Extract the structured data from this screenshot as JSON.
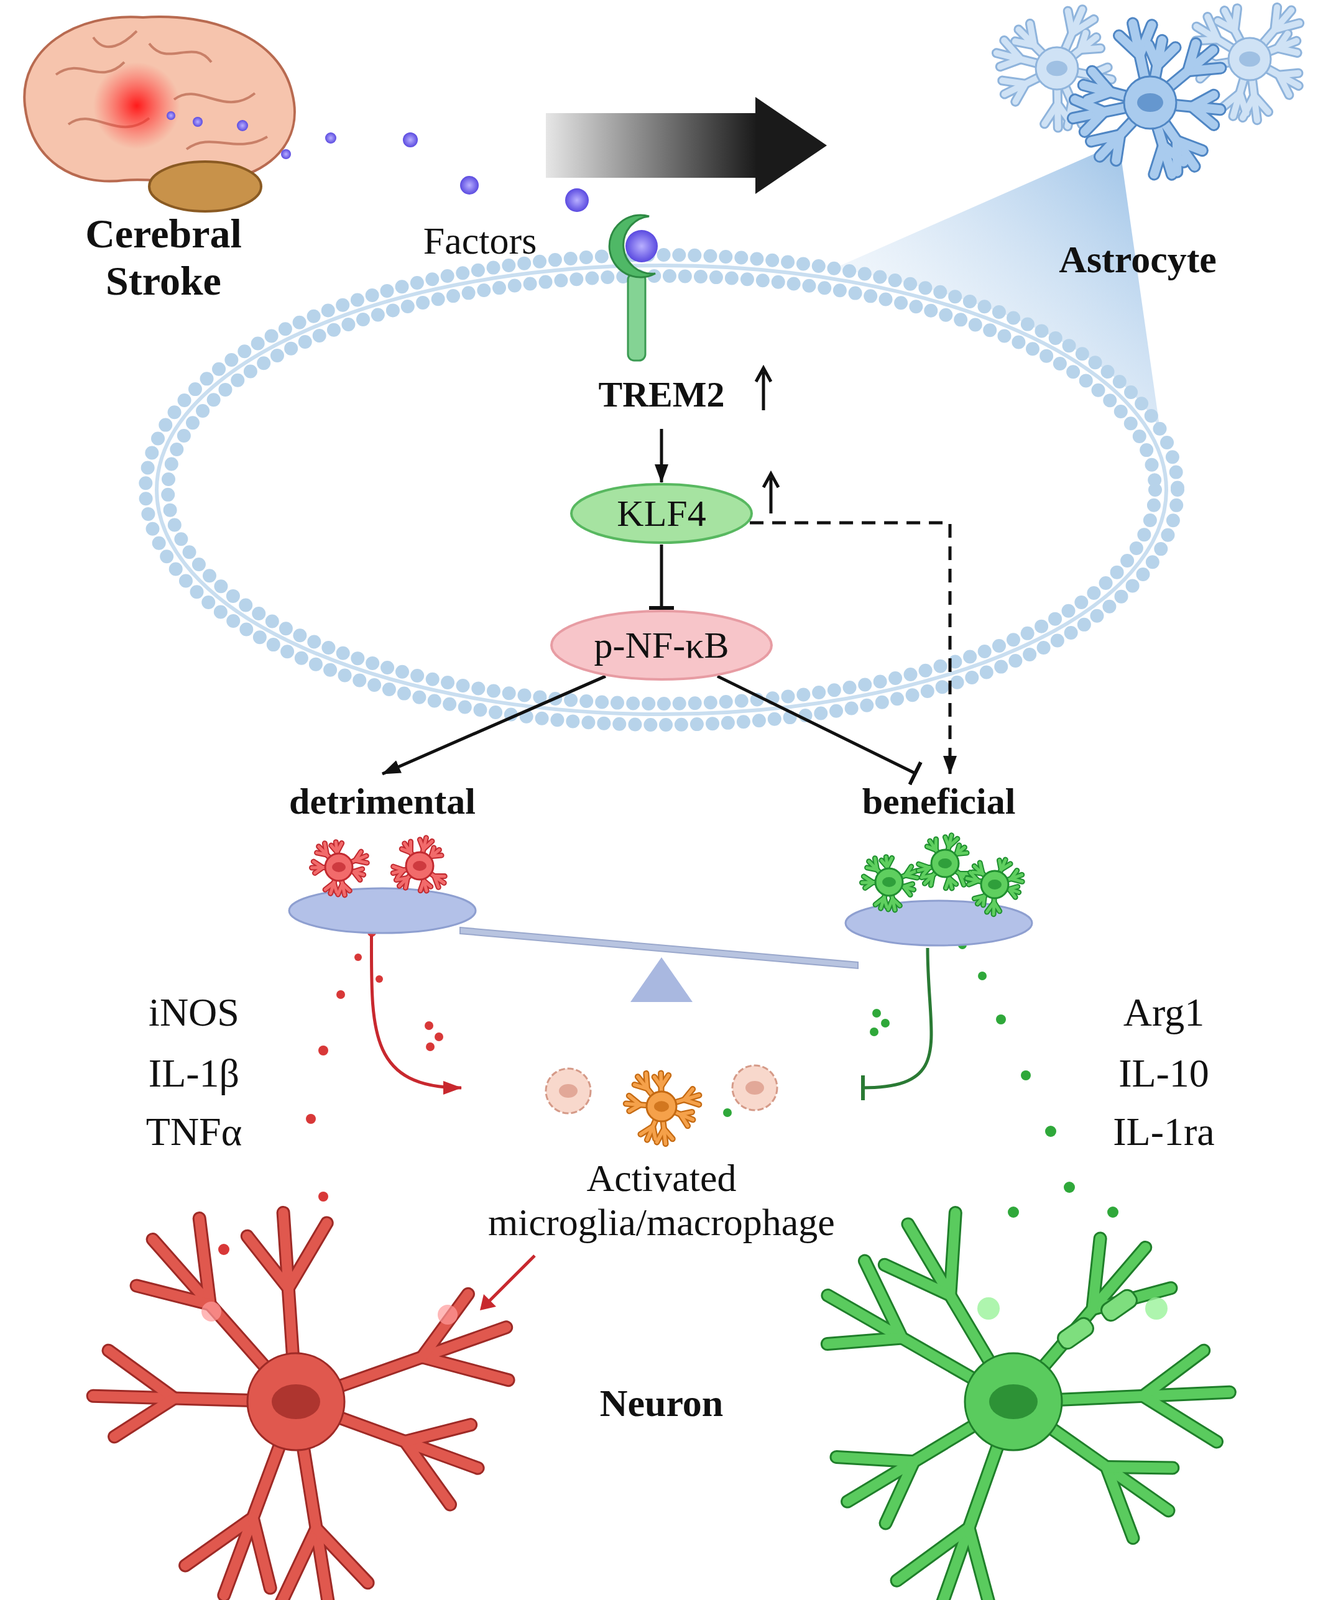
{
  "diagram": {
    "nodes": [
      {
        "text": [
          "TREM2"
        ]
      },
      {
        "text": [
          "KLF4"
        ]
      },
      {
        "text": [
          "p-NF-κB"
        ]
      },
      {
        "text": [
          "detrimental"
        ]
      },
      {
        "text": [
          "beneficial"
        ]
      },
      {
        "text": [
          "Activated microglia/macrophage"
        ]
      }
    ],
    "edges": [
      {
        "from": 0,
        "to": 1,
        "arrow": "to"
      },
      {
        "from": 1,
        "to": 2,
        "arrow": "to"
      },
      {
        "from": 2,
        "to": 3,
        "arrow": "to"
      },
      {
        "from": 2,
        "to": 4,
        "arrow": "to"
      },
      {
        "from": 1,
        "to": 4,
        "arrow": "to"
      },
      {
        "from": 3,
        "to": 5,
        "arrow": "to"
      },
      {
        "from": 4,
        "to": 5,
        "arrow": "to"
      }
    ],
    "labels": [
      "Cerebral Stroke",
      "Factors",
      "Astrocyte",
      "iNOS",
      "IL-1β",
      "TNFα",
      "Arg1",
      "IL-10",
      "IL-1ra",
      "Neuron"
    ]
  }
}
